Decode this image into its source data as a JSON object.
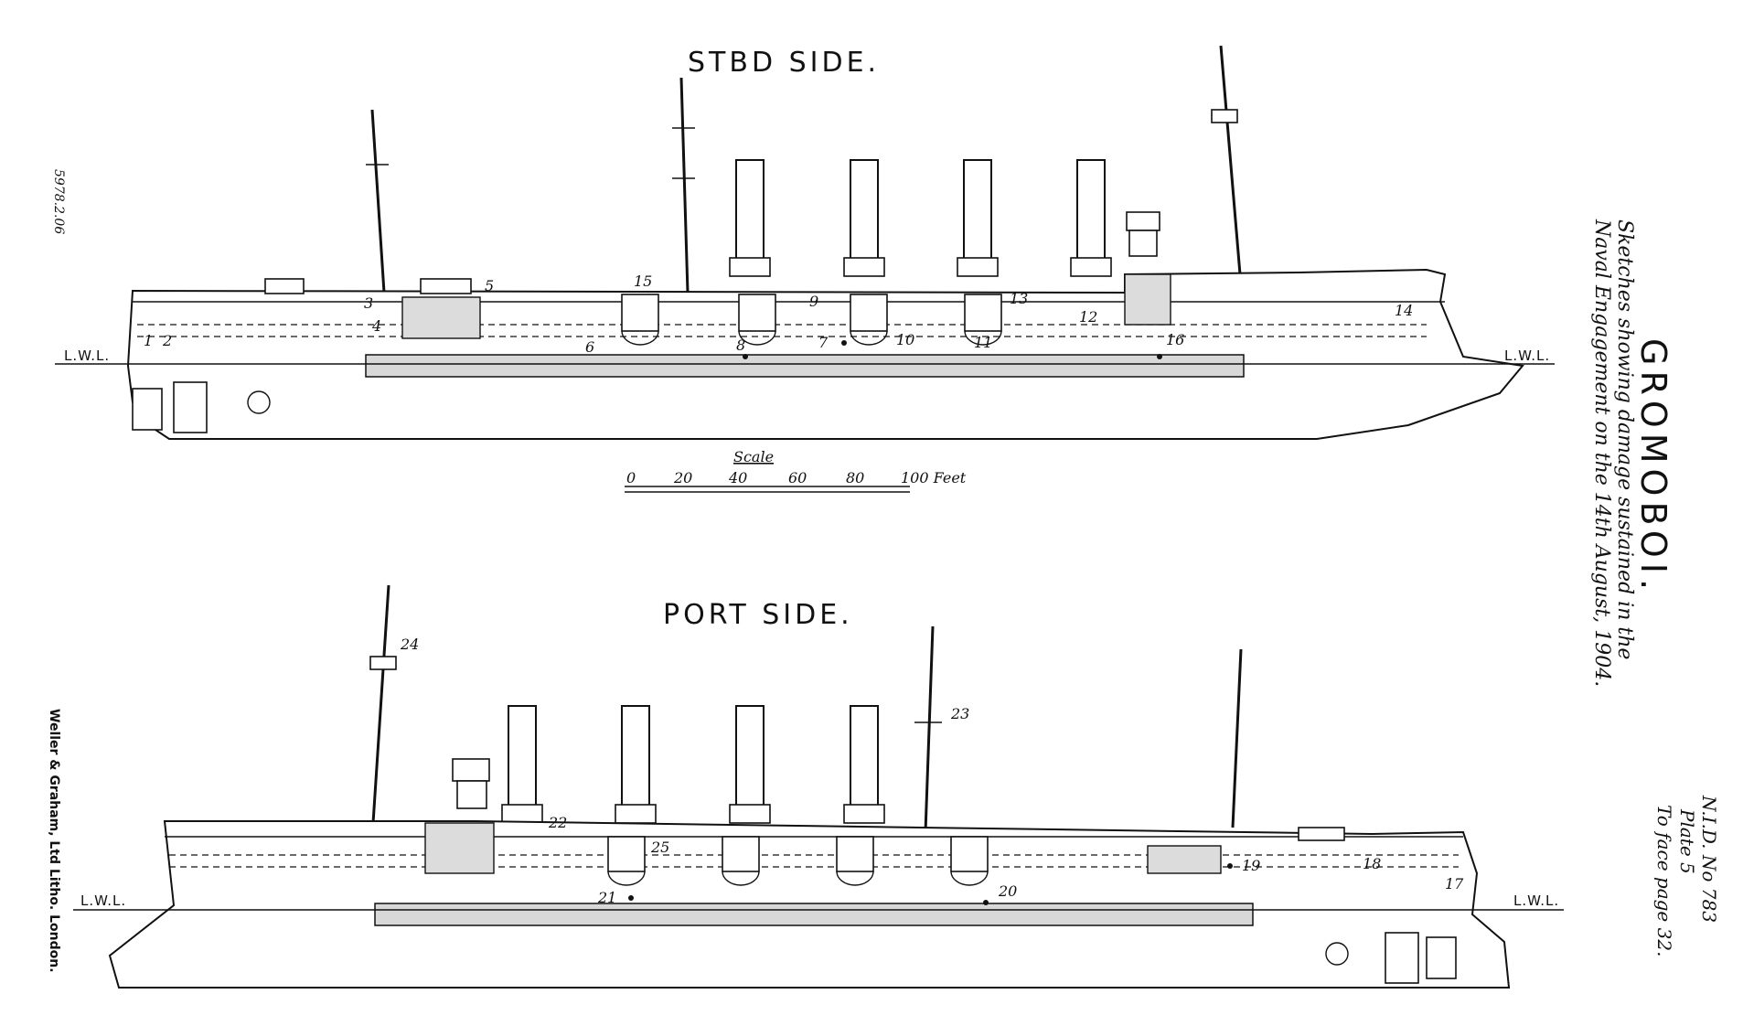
{
  "plate": {
    "title": "GROMOBOI.",
    "subtitle_line1": "Sketches showing damage sustained in the",
    "subtitle_line2": "Naval Engagement on the 14th August, 1904.",
    "reference_line1": "N.I.D. No 783",
    "reference_line2": "Plate 5",
    "reference_line3": "To face page 32.",
    "printer": "Weller & Graham, Ltd Litho. London.",
    "catalog_number": "5978.2.06"
  },
  "starboard": {
    "heading": "STBD SIDE.",
    "wl_left": "L.W.L.",
    "wl_right": "L.W.L.",
    "damage_labels": [
      "1",
      "2",
      "3",
      "4",
      "5",
      "6",
      "7",
      "8",
      "9",
      "10",
      "11",
      "12",
      "13",
      "14",
      "15",
      "16"
    ]
  },
  "port": {
    "heading": "PORT SIDE.",
    "wl_left": "L.W.L.",
    "wl_right": "L.W.L.",
    "damage_labels": [
      "17",
      "18",
      "19",
      "20",
      "21",
      "22",
      "23",
      "24",
      "25"
    ]
  },
  "scale": {
    "title": "Scale",
    "ticks": [
      "0",
      "20",
      "40",
      "60",
      "80",
      "100 Feet"
    ]
  }
}
